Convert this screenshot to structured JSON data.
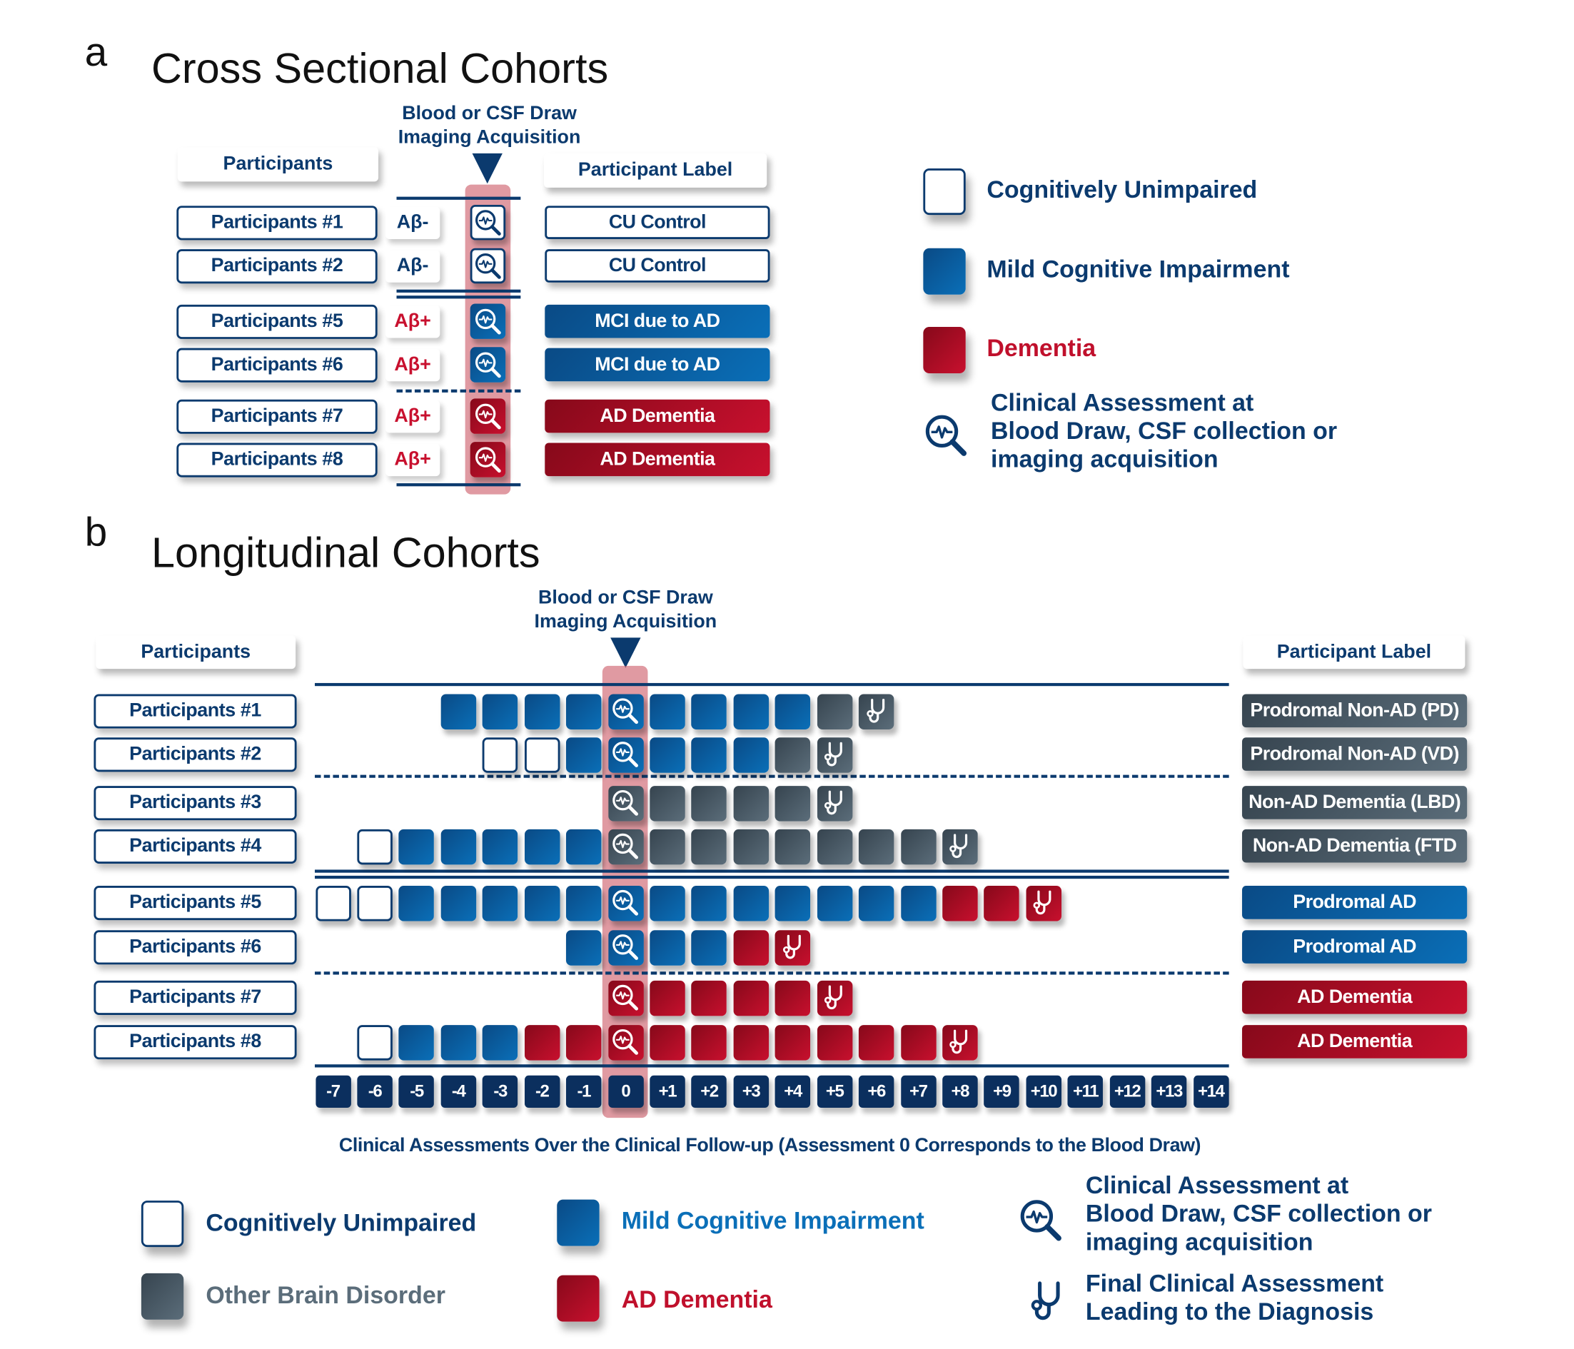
{
  "panel_a": {
    "letter": "a",
    "title": "Cross Sectional Cohorts",
    "event_label": [
      "Blood or CSF Draw",
      "Imaging Acquisition"
    ],
    "participants_header": "Participants",
    "label_header": "Participant Label",
    "rows": [
      {
        "participant": "Participants #1",
        "abeta": "Aβ-",
        "abeta_positive": false,
        "status": "U",
        "label": "CU Control"
      },
      {
        "participant": "Participants #2",
        "abeta": "Aβ-",
        "abeta_positive": false,
        "status": "U",
        "label": "CU Control"
      },
      {
        "participant": "Participants #5",
        "abeta": "Aβ+",
        "abeta_positive": true,
        "status": "M",
        "label": "MCI due to AD"
      },
      {
        "participant": "Participants #6",
        "abeta": "Aβ+",
        "abeta_positive": true,
        "status": "M",
        "label": "MCI due to AD"
      },
      {
        "participant": "Participants #7",
        "abeta": "Aβ+",
        "abeta_positive": true,
        "status": "D",
        "label": "AD Dementia"
      },
      {
        "participant": "Participants #8",
        "abeta": "Aβ+",
        "abeta_positive": true,
        "status": "D",
        "label": "AD Dementia"
      }
    ],
    "legend": [
      {
        "status": "U",
        "text": "Cognitively Unimpaired",
        "color": "#0b3a6e"
      },
      {
        "status": "M",
        "text": "Mild Cognitive Impairment",
        "color": "#0b3a6e"
      },
      {
        "status": "D",
        "text": "Dementia",
        "color": "#c0102c"
      }
    ],
    "legend_icon": {
      "icon": "magnifier-pulse-icon",
      "lines": [
        "Clinical Assessment at",
        "Blood Draw, CSF collection or",
        "imaging acquisition"
      ]
    }
  },
  "panel_b": {
    "letter": "b",
    "title": "Longitudinal Cohorts",
    "event_label": [
      "Blood or CSF Draw",
      "Imaging Acquisition"
    ],
    "participants_header": "Participants",
    "label_header": "Participant Label",
    "timepoints": [
      "-7",
      "-6",
      "-5",
      "-4",
      "-3",
      "-2",
      "-1",
      "0",
      "+1",
      "+2",
      "+3",
      "+4",
      "+5",
      "+6",
      "+7",
      "+8",
      "+9",
      "+10",
      "+11",
      "+12",
      "+13",
      "+14"
    ],
    "rows": [
      {
        "participant": "Participants #1",
        "start": -4,
        "statuses": [
          "M",
          "M",
          "M",
          "M",
          "M",
          "M",
          "M",
          "M",
          "M",
          "O",
          "O"
        ],
        "label": "Prodromal Non-AD (PD)",
        "label_status": "O"
      },
      {
        "participant": "Participants #2",
        "start": -3,
        "statuses": [
          "U",
          "U",
          "M",
          "M",
          "M",
          "M",
          "M",
          "O",
          "O"
        ],
        "label": "Prodromal Non-AD (VD)",
        "label_status": "O"
      },
      {
        "participant": "Participants #3",
        "start": 0,
        "statuses": [
          "O",
          "O",
          "O",
          "O",
          "O",
          "O"
        ],
        "label": "Non-AD Dementia (LBD)",
        "label_status": "O"
      },
      {
        "participant": "Participants #4",
        "start": -6,
        "statuses": [
          "U",
          "M",
          "M",
          "M",
          "M",
          "M",
          "O",
          "O",
          "O",
          "O",
          "O",
          "O",
          "O",
          "O",
          "O"
        ],
        "label": "Non-AD Dementia (FTD",
        "label_status": "O"
      },
      {
        "participant": "Participants #5",
        "start": -7,
        "statuses": [
          "U",
          "U",
          "M",
          "M",
          "M",
          "M",
          "M",
          "M",
          "M",
          "M",
          "M",
          "M",
          "M",
          "M",
          "M",
          "D",
          "D",
          "D"
        ],
        "label": "Prodromal AD",
        "label_status": "M"
      },
      {
        "participant": "Participants #6",
        "start": -1,
        "statuses": [
          "M",
          "M",
          "M",
          "M",
          "D",
          "D"
        ],
        "label": "Prodromal AD",
        "label_status": "M"
      },
      {
        "participant": "Participants #7",
        "start": 0,
        "statuses": [
          "D",
          "D",
          "D",
          "D",
          "D",
          "D"
        ],
        "label": "AD Dementia",
        "label_status": "D"
      },
      {
        "participant": "Participants #8",
        "start": -6,
        "statuses": [
          "U",
          "M",
          "M",
          "M",
          "D",
          "D",
          "D",
          "D",
          "D",
          "D",
          "D",
          "D",
          "D",
          "D",
          "D"
        ],
        "label": "AD Dementia",
        "label_status": "D"
      }
    ],
    "caption": "Clinical Assessments Over the Clinical Follow-up (Assessment 0 Corresponds to the Blood Draw)",
    "legend": [
      {
        "status": "U",
        "text": "Cognitively Unimpaired",
        "color": "#0b3a6e"
      },
      {
        "status": "O",
        "text": "Other Brain Disorder",
        "color": "#5b6d7a"
      },
      {
        "status": "M",
        "text": "Mild Cognitive Impairment",
        "color": "#0a6fb8"
      },
      {
        "status": "D",
        "text": "AD Dementia",
        "color": "#c0102c"
      }
    ],
    "legend_icons": [
      {
        "icon": "magnifier-pulse-icon",
        "lines": [
          "Clinical Assessment at",
          "Blood Draw, CSF collection or",
          "imaging acquisition"
        ]
      },
      {
        "icon": "stethoscope-icon",
        "lines": [
          "Final Clinical Assessment",
          "Leading to the Diagnosis"
        ]
      }
    ]
  },
  "colors": {
    "navy": "#0b3a6e",
    "mci": "#0a6fb8",
    "dementia": "#c8102e",
    "other": "#4a5b68",
    "highlight": "#d9848f"
  }
}
